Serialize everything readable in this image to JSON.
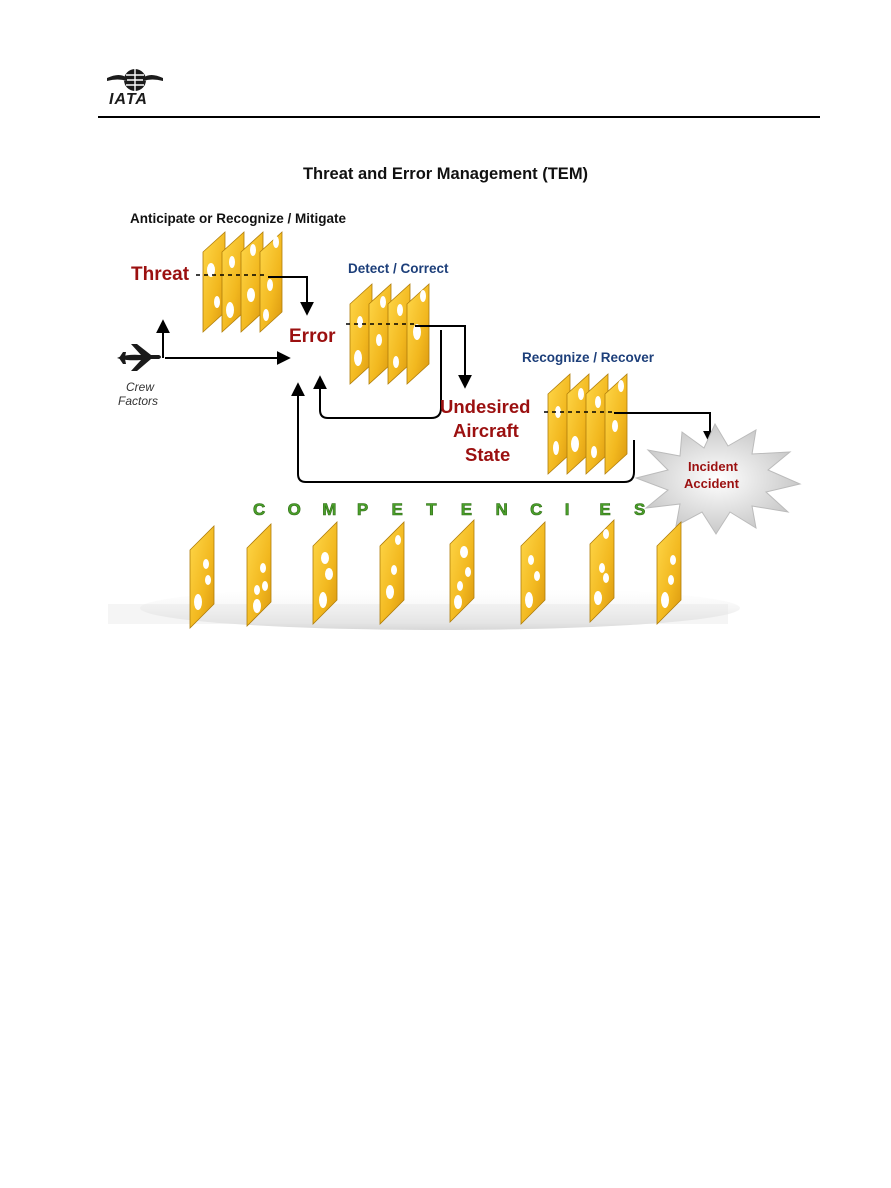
{
  "header": {
    "logo_text": "IATA"
  },
  "figure": {
    "title": "Threat and Error Management (TEM)",
    "labels": {
      "anticipate": "Anticipate or Recognize / Mitigate",
      "threat": "Threat",
      "detect": "Detect / Correct",
      "error": "Error",
      "recognize_recover": "Recognize / Recover",
      "undesired_1": "Undesired",
      "undesired_2": "Aircraft",
      "undesired_3": "State",
      "crew_1": "Crew",
      "crew_2": "Factors",
      "incident": "Incident",
      "accident": "Accident"
    },
    "competencies_letters": [
      "C",
      "O",
      "M",
      "P",
      "E",
      "T",
      "E",
      "N",
      "C",
      "I",
      "E",
      "S"
    ]
  },
  "colors": {
    "threat_red": "#9b1010",
    "stage_blue": "#1d3f7a",
    "cheese": "#f2b81f",
    "competency_green": "#4aa02a"
  }
}
